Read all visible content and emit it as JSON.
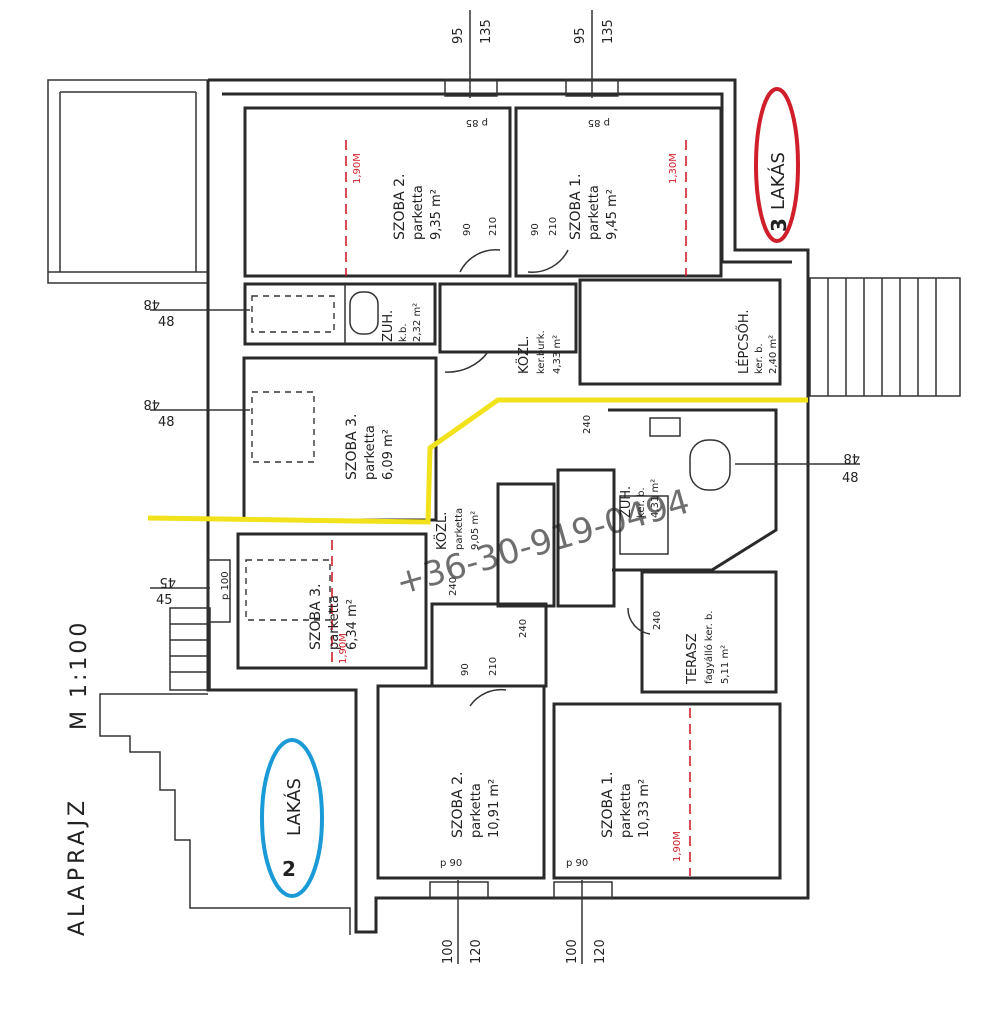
{
  "title": "ALAPRAJZ",
  "scale": "M 1:100",
  "watermark": "+36-30-919-0494",
  "colors": {
    "apartment3_marker": "#d01f2a",
    "apartment2_marker": "#1a9ad6",
    "divider_line": "#f2e21c",
    "level_marks": "#d01f2a",
    "ink": "#2a2a2a"
  },
  "apartments": [
    {
      "number": "3",
      "label": "LAKÁS"
    },
    {
      "number": "2",
      "label": "LAKÁS"
    }
  ],
  "rooms": [
    {
      "name": "SZOBA 2.",
      "floor": "parketta",
      "area": "9,35 m²"
    },
    {
      "name": "SZOBA 1.",
      "floor": "parketta",
      "area": "9,45 m²"
    },
    {
      "name": "ZUH.",
      "floor": "k.b.",
      "area": "2,32 m²"
    },
    {
      "name": "KÖZL.",
      "floor": "ker.burk.",
      "area": "4,33 m²"
    },
    {
      "name": "LÉPCSŐH.",
      "floor": "ker. b.",
      "area": "2,40 m²"
    },
    {
      "name": "SZOBA 3.",
      "floor": "parketta",
      "area": "6,09 m²"
    },
    {
      "name": "ZUH.",
      "floor": "ker. b.",
      "area": "4,31 m²"
    },
    {
      "name": "KÖZL.",
      "floor": "parketta",
      "area": "9,05 m²"
    },
    {
      "name": "SZOBA 3.",
      "floor": "parketta",
      "area": "6,34 m²"
    },
    {
      "name": "TERASZ",
      "floor": "fagyálló ker. b.",
      "area": "5,11 m²"
    },
    {
      "name": "SZOBA 2.",
      "floor": "parketta",
      "area": "10,91 m²"
    },
    {
      "name": "SZOBA 1.",
      "floor": "parketta",
      "area": "10,33 m²"
    }
  ],
  "heights": {
    "h190": "1,90M",
    "h130": "1,30M"
  },
  "dimensions": {
    "w_top_a": "95",
    "w_top_b": "135",
    "w_bot_a": "100",
    "w_bot_b": "120",
    "d_90": "90",
    "d_210": "210",
    "d_240": "240",
    "side_a": "48",
    "side_b": "48",
    "side_c": "45",
    "side_d": "45",
    "parapet_85": "p 85",
    "parapet_100": "p 100",
    "parapet_90": "p 90"
  }
}
